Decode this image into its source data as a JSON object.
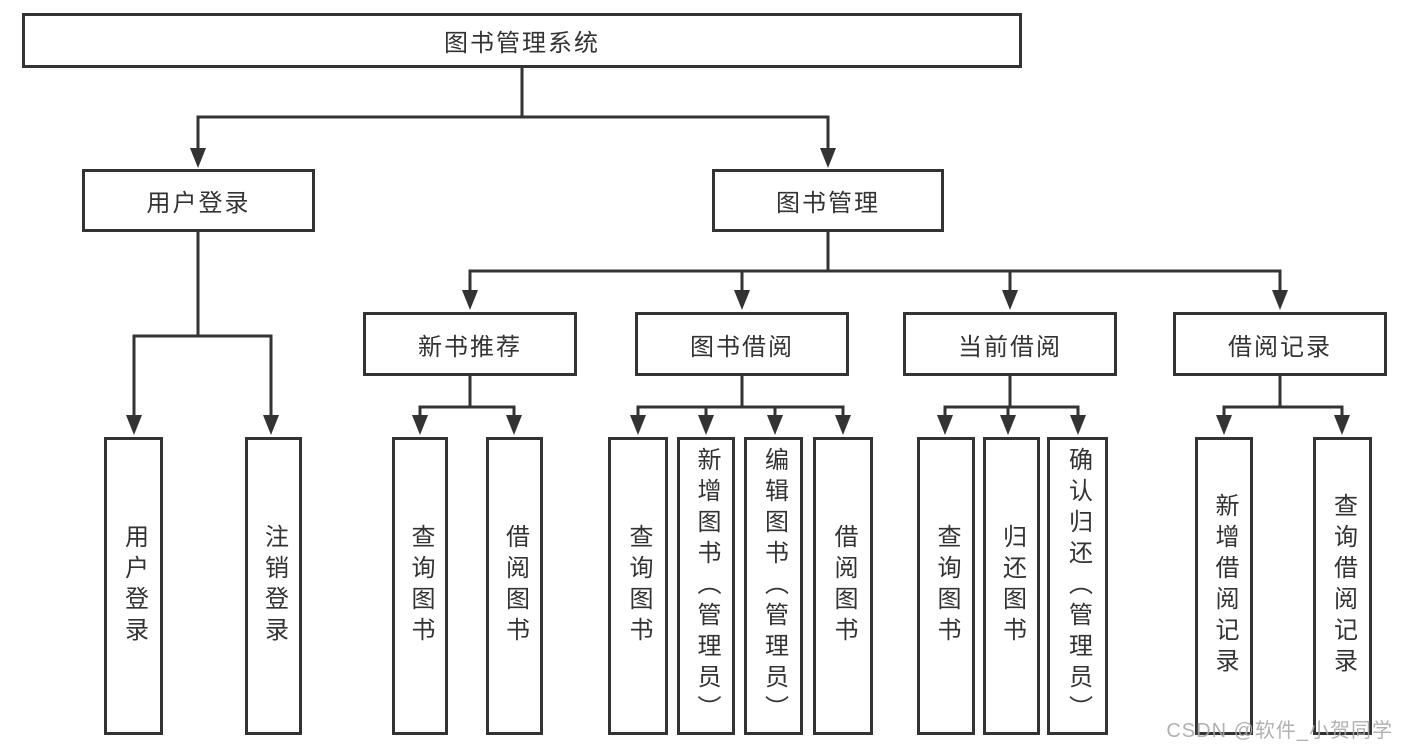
{
  "labels": {
    "root": "图书管理系统",
    "user_login": "用户登录",
    "book_mgmt": "图书管理",
    "sub_user_login": "用户登录",
    "sub_logout": "注销登录",
    "new_book_rec": "新书推荐",
    "book_borrow": "图书借阅",
    "current_borrow": "当前借阅",
    "borrow_record": "借阅记录",
    "nb_query_book": "查询图书",
    "nb_borrow_book": "借阅图书",
    "bb_query_book": "查询图书",
    "bb_add_book": "新增图书（管理员）",
    "bb_edit_book": "编辑图书（管理员）",
    "bb_borrow_book": "借阅图书",
    "cb_query_book": "查询图书",
    "cb_return_book": "归还图书",
    "cb_confirm_return": "确认归还（管理员）",
    "br_add_record": "新增借阅记录",
    "br_query_record": "查询借阅记录"
  },
  "watermark": "CSDN @软件_小贺同学",
  "colors": {
    "line": "#333333",
    "text": "#333333",
    "bg": "#ffffff",
    "watermark": "#a9a9a9"
  }
}
